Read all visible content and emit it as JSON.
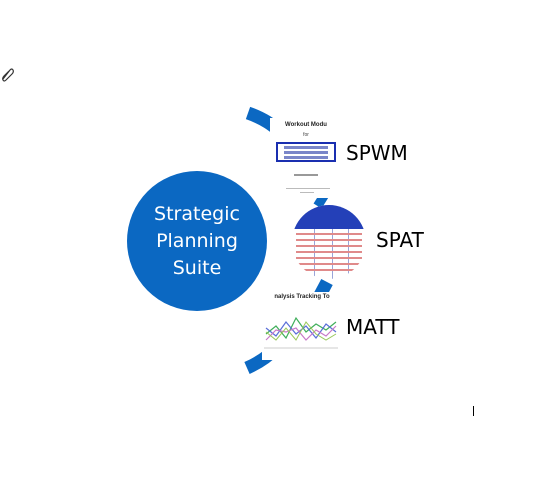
{
  "hub": {
    "lines": [
      "Strategic",
      "Planning",
      "Suite"
    ],
    "color": "#0b68c2"
  },
  "modules": [
    {
      "name": "SPWM"
    },
    {
      "name": "SPAT"
    },
    {
      "name": "MATT"
    }
  ],
  "spwm_thumb": {
    "title": "Workout Modu",
    "subtitle": "for"
  },
  "matt_thumb": {
    "title": "nalysis Tracking To"
  },
  "icons": {
    "tool": "attachment-tool-icon"
  }
}
